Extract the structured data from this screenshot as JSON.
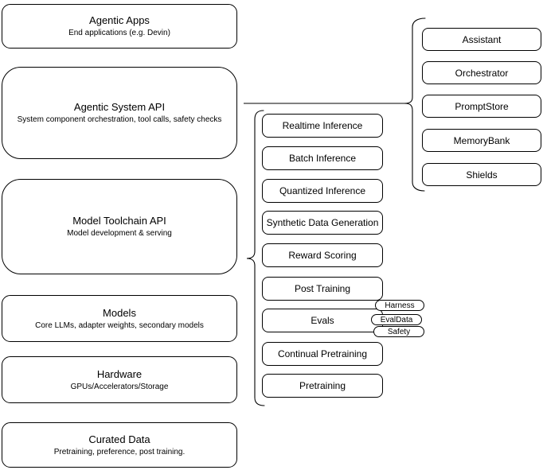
{
  "stack": [
    {
      "title": "Agentic Apps",
      "subtitle": "End applications (e.g. Devin)"
    },
    {
      "title": "Agentic System API",
      "subtitle": "System component orchestration, tool calls, safety checks"
    },
    {
      "title": "Model Toolchain API",
      "subtitle": "Model development & serving"
    },
    {
      "title": "Models",
      "subtitle": "Core LLMs, adapter weights, secondary models"
    },
    {
      "title": "Hardware",
      "subtitle": "GPUs/Accelerators/Storage"
    },
    {
      "title": "Curated Data",
      "subtitle": "Pretraining, preference, post training."
    }
  ],
  "services": [
    {
      "label": "Realtime Inference"
    },
    {
      "label": "Batch Inference"
    },
    {
      "label": "Quantized Inference"
    },
    {
      "label": "Synthetic Data Generation"
    },
    {
      "label": "Reward Scoring"
    },
    {
      "label": "Post Training"
    },
    {
      "label": "Evals"
    },
    {
      "label": "Continual Pretraining"
    },
    {
      "label": "Pretraining"
    }
  ],
  "evals_tags": [
    {
      "label": "Harness"
    },
    {
      "label": "EvalData"
    },
    {
      "label": "Safety"
    }
  ],
  "components": [
    {
      "label": "Assistant"
    },
    {
      "label": "Orchestrator"
    },
    {
      "label": "PromptStore"
    },
    {
      "label": "MemoryBank"
    },
    {
      "label": "Shields"
    }
  ],
  "colors": {
    "border": "#000000",
    "background": "#ffffff",
    "text": "#000000"
  }
}
